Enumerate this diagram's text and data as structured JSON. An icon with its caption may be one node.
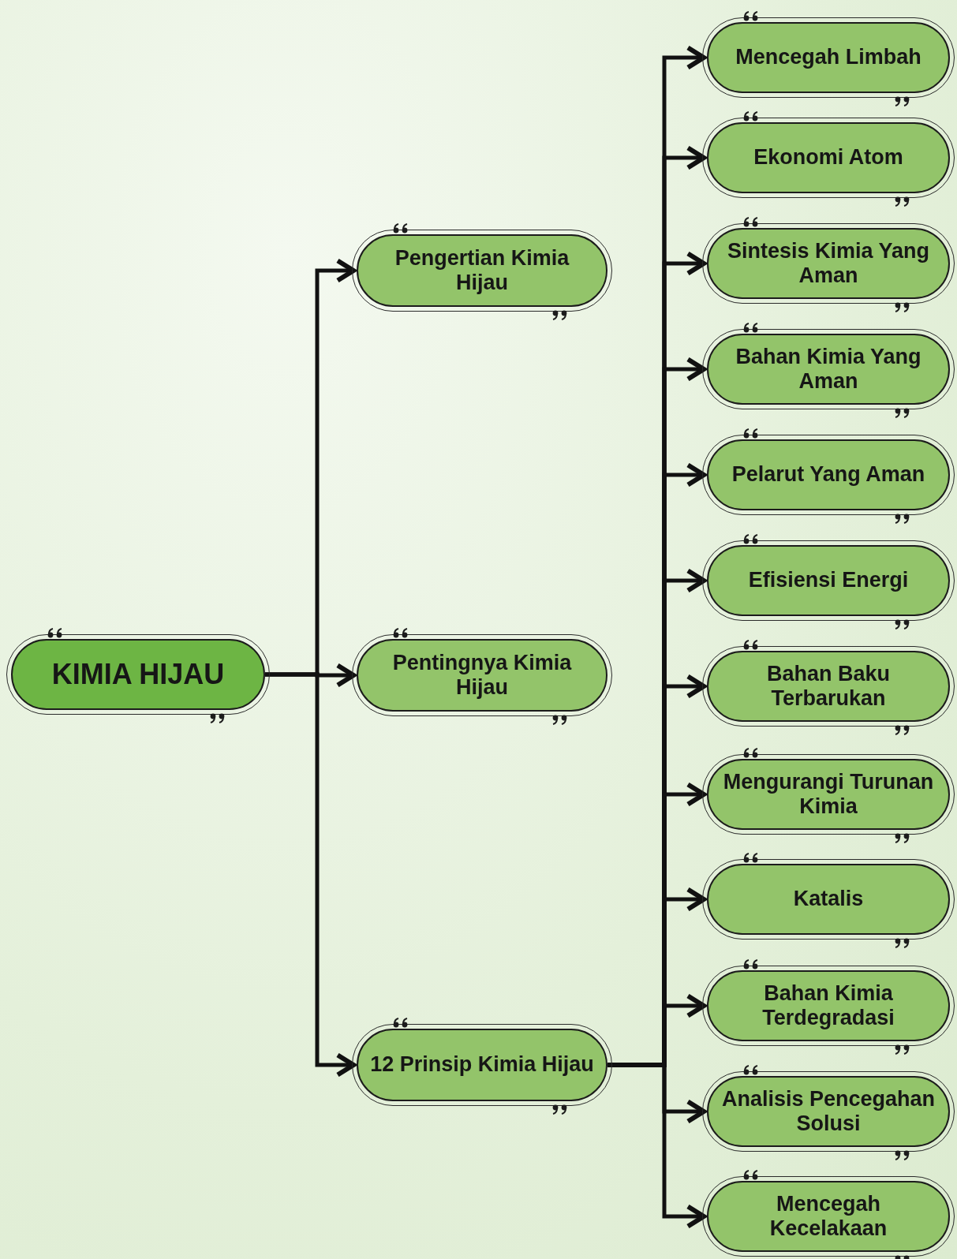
{
  "diagram": {
    "nodes": [
      {
        "text": [
          "KIMIA HIJAU"
        ]
      },
      {
        "text": [
          "Pengertian Kimia Hijau"
        ]
      },
      {
        "text": [
          "Pentingnya Kimia Hijau"
        ]
      },
      {
        "text": [
          "12 Prinsip Kimia Hijau"
        ]
      },
      {
        "text": [
          "Mencegah Limbah"
        ]
      },
      {
        "text": [
          "Ekonomi Atom"
        ]
      },
      {
        "text": [
          "Sintesis Kimia Yang Aman"
        ]
      },
      {
        "text": [
          "Bahan Kimia Yang Aman"
        ]
      },
      {
        "text": [
          "Pelarut Yang Aman"
        ]
      },
      {
        "text": [
          "Efisiensi Energi"
        ]
      },
      {
        "text": [
          "Bahan Baku Terbarukan"
        ]
      },
      {
        "text": [
          "Mengurangi Turunan Kimia"
        ]
      },
      {
        "text": [
          "Katalis"
        ]
      },
      {
        "text": [
          "Bahan Kimia Terdegradasi"
        ]
      },
      {
        "text": [
          "Analisis Pencegahan Solusi"
        ]
      },
      {
        "text": [
          "Mencegah Kecelakaan"
        ]
      }
    ],
    "edges": [
      {
        "from": 0,
        "to": 1,
        "arrow": "to"
      },
      {
        "from": 0,
        "to": 2,
        "arrow": "to"
      },
      {
        "from": 0,
        "to": 3,
        "arrow": "to"
      },
      {
        "from": 3,
        "to": 4,
        "arrow": "to"
      },
      {
        "from": 3,
        "to": 5,
        "arrow": "to"
      },
      {
        "from": 3,
        "to": 6,
        "arrow": "to"
      },
      {
        "from": 3,
        "to": 7,
        "arrow": "to"
      },
      {
        "from": 3,
        "to": 8,
        "arrow": "to"
      },
      {
        "from": 3,
        "to": 9,
        "arrow": "to"
      },
      {
        "from": 3,
        "to": 10,
        "arrow": "to"
      },
      {
        "from": 3,
        "to": 11,
        "arrow": "to"
      },
      {
        "from": 3,
        "to": 12,
        "arrow": "to"
      },
      {
        "from": 3,
        "to": 13,
        "arrow": "to"
      },
      {
        "from": 3,
        "to": 14,
        "arrow": "to"
      },
      {
        "from": 3,
        "to": 15,
        "arrow": "to"
      }
    ]
  }
}
